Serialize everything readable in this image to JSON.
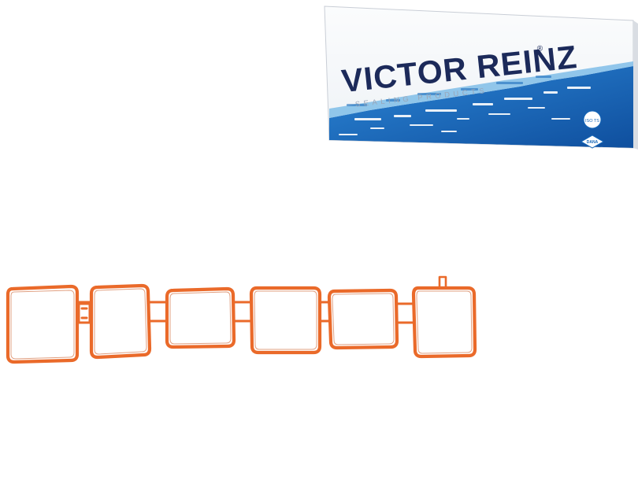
{
  "box": {
    "brand_primary": "VICTOR REINZ",
    "brand_mark": "®",
    "tagline": "SEALING PRODUCTS",
    "badge_top_text": "ISO TS",
    "badge_bottom_text": "DANA",
    "colors": {
      "brand_text": "#1c2a5a",
      "blue_dark": "#1466b8",
      "blue_mid": "#2c86d6",
      "blue_light": "#7fbde8",
      "panel_bg": "#f3f6fa"
    }
  },
  "gasket": {
    "port_count": 6,
    "colors": {
      "gasket_orange": "#ea6a2a",
      "gasket_dark": "#c9531c"
    }
  }
}
